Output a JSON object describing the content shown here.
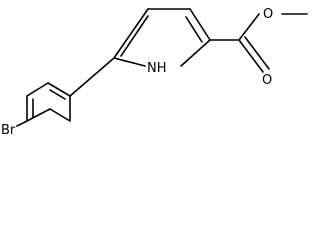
{
  "molecule": {
    "atoms": {
      "bromine": "Br",
      "nitrogen_h": "NH",
      "ester_oxygen": "O",
      "carbonyl_oxygen": "O"
    },
    "colors": {
      "bond": "#000000",
      "label": "#000000",
      "background": "#ffffff"
    }
  }
}
